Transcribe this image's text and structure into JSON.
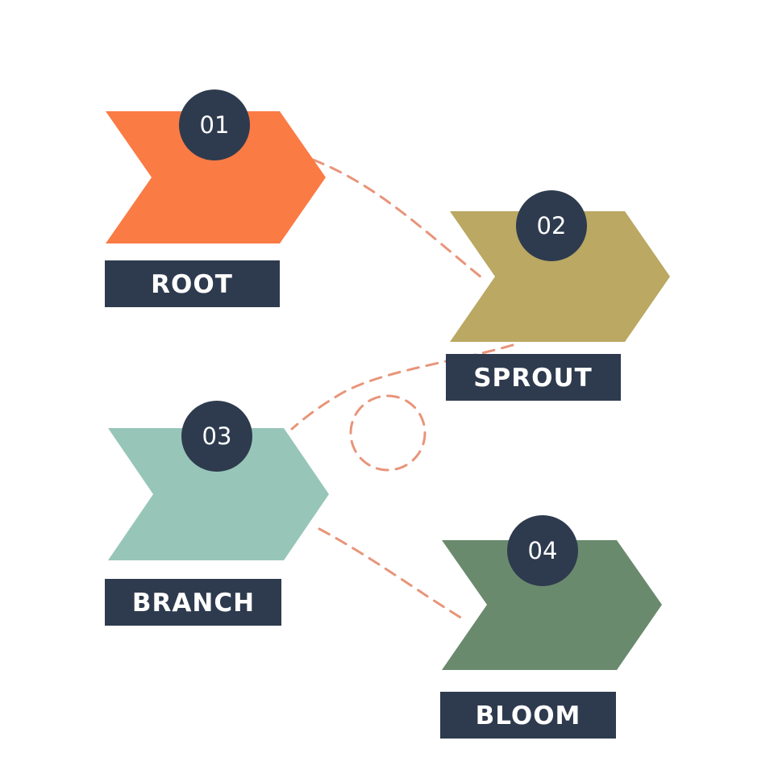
{
  "steps": [
    {
      "number": "01",
      "label": "ROOT",
      "color": "#FB7B45"
    },
    {
      "number": "02",
      "label": "SPROUT",
      "color": "#BAA863"
    },
    {
      "number": "03",
      "label": "BRANCH",
      "color": "#97C6B8"
    },
    {
      "number": "04",
      "label": "BLOOM",
      "color": "#6A8A6E"
    }
  ],
  "badge_color": "#2E3B4E",
  "label_bg_color": "#2E3B4E",
  "connector_color": "#E8957A"
}
